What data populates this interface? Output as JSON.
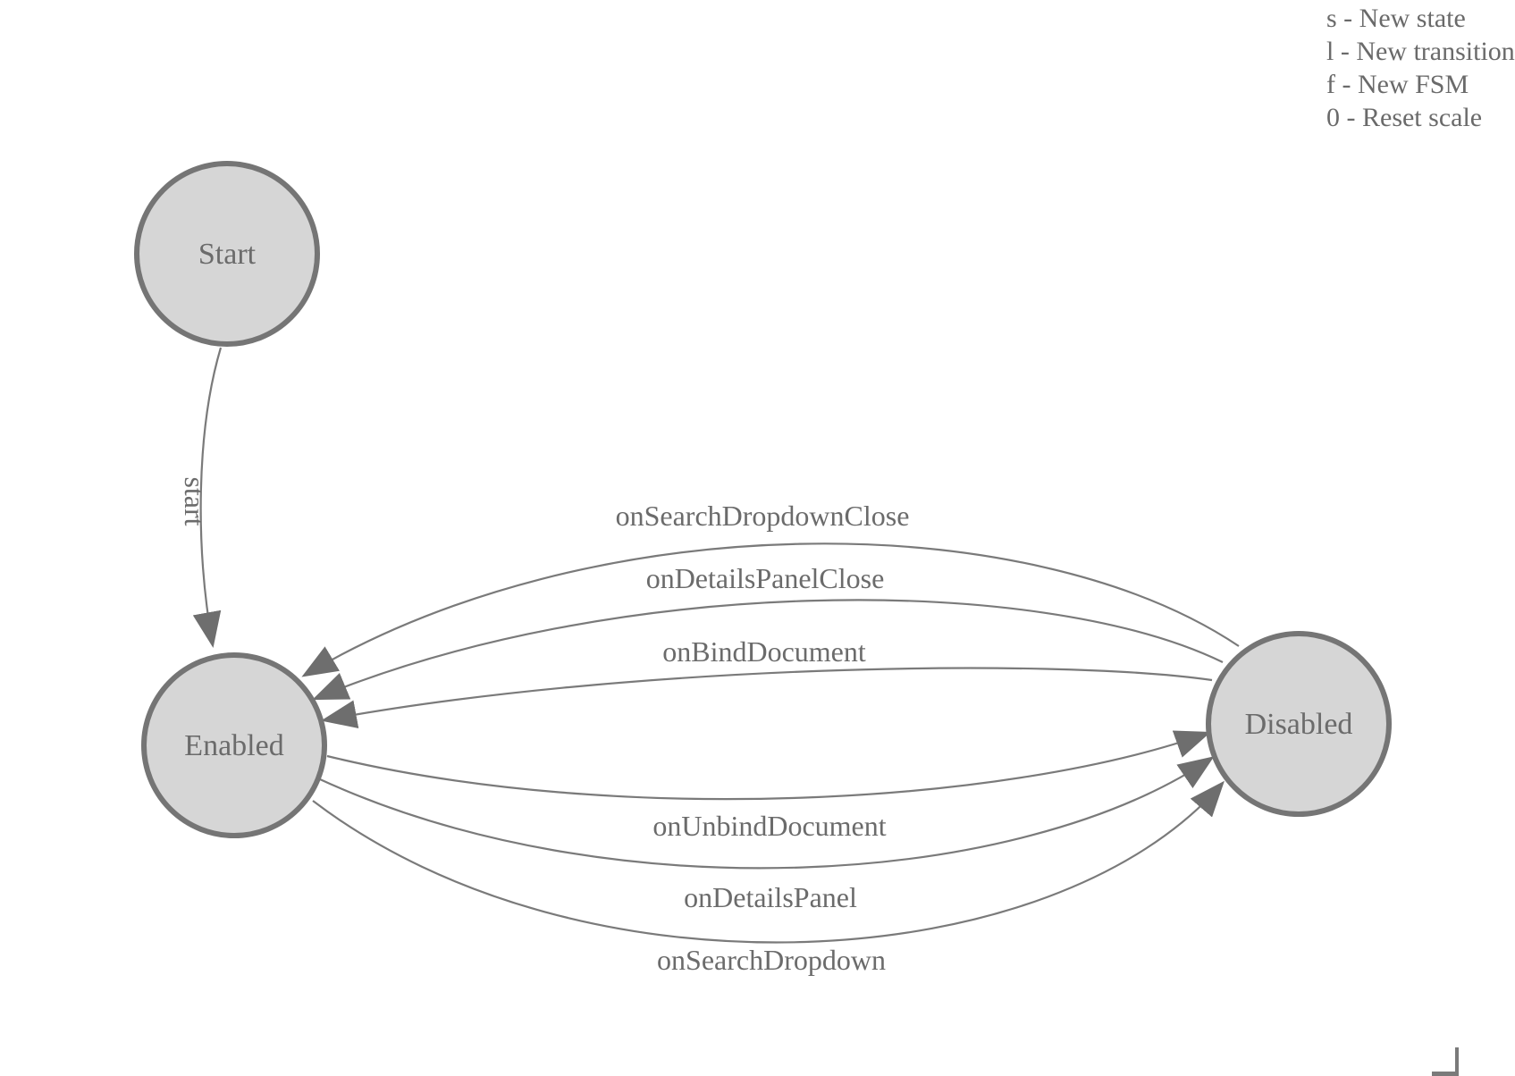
{
  "colors": {
    "background": "#ffffff",
    "node_fill": "#d6d6d6",
    "node_stroke": "#757575",
    "edge_stroke": "#7a7a7a",
    "arrow_fill": "#6e6e6e",
    "text": "#6b6b6b"
  },
  "diagram": {
    "type": "finite-state-machine",
    "nodes": [
      {
        "id": "start",
        "label": "Start"
      },
      {
        "id": "enabled",
        "label": "Enabled"
      },
      {
        "id": "disabled",
        "label": "Disabled"
      }
    ],
    "edges": [
      {
        "label": "start",
        "from": "Start",
        "to": "Enabled"
      },
      {
        "label": "onSearchDropdownClose",
        "from": "Disabled",
        "to": "Enabled"
      },
      {
        "label": "onDetailsPanelClose",
        "from": "Disabled",
        "to": "Enabled"
      },
      {
        "label": "onBindDocument",
        "from": "Disabled",
        "to": "Enabled"
      },
      {
        "label": "onUnbindDocument",
        "from": "Enabled",
        "to": "Disabled"
      },
      {
        "label": "onDetailsPanel",
        "from": "Enabled",
        "to": "Disabled"
      },
      {
        "label": "onSearchDropdown",
        "from": "Enabled",
        "to": "Disabled"
      }
    ]
  },
  "legend": {
    "items": [
      {
        "text": "s - New state"
      },
      {
        "text": "l - New transition"
      },
      {
        "text": "f - New FSM"
      },
      {
        "text": "0 - Reset scale"
      }
    ]
  }
}
